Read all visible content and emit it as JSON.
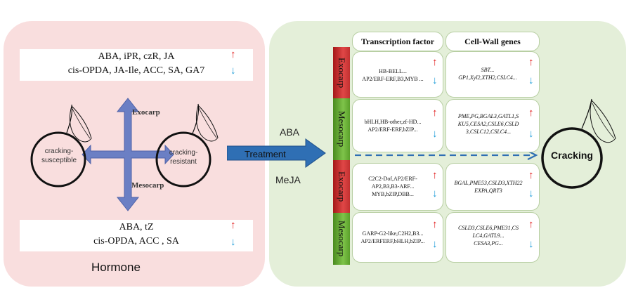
{
  "left_panel": {
    "top_box": {
      "line1": "ABA, iPR, czR, JA",
      "line2": "cis-OPDA, JA-Ile, ACC, SA, GA7",
      "up_arrow": "↑",
      "down_arrow": "↓"
    },
    "bottom_box": {
      "line1": "ABA, tZ",
      "line2": "cis-OPDA, ACC , SA",
      "up_arrow": "↑",
      "down_arrow": "↓"
    },
    "exocarp_label": "Exocarp",
    "mesocarp_label": "Mesocarp",
    "fruit_susceptible": {
      "line1": "cracking-",
      "line2": "susceptible"
    },
    "fruit_resistant": {
      "line1": "cracking-",
      "line2": "resistant"
    },
    "footer": "Hormone"
  },
  "treatment": {
    "aba": "ABA",
    "label": "Treatment",
    "meja": "MeJA"
  },
  "table": {
    "header_tf": "Transcription factor",
    "header_cw": "Cell-Wall genes",
    "rows": [
      {
        "tissue": "Exocarp",
        "tf": [
          "HB-BELL...",
          "AP2/ERF-ERF,B3,MYB ..."
        ],
        "cw": [
          "SBT...",
          "GP1,Xyl2,XTH2,CSLC4..."
        ]
      },
      {
        "tissue": "Mesocarp",
        "tf": [
          "bHLH,HB-other,zf-HD...",
          "AP2/ERF-ERF,bZIP..."
        ],
        "cw": [
          "PME,PG,BGAL3,GATL1,S",
          "KU5,CESA2,CSLE6,CSLD",
          "3,CSLC12,CSLC4..."
        ]
      },
      {
        "tissue": "Exocarp",
        "tf": [
          "C2C2-Dof,AP2/ERF-",
          "AP2,B3,B3-ARF...",
          "MYB,bZIP,DBB..."
        ],
        "cw": [
          "BGAL,PME53,CSLD3,XTH22",
          "EXPA,QRT3"
        ]
      },
      {
        "tissue": "Mesocarp",
        "tf": [
          "GARP-G2-like,C2H2,B3...",
          "AP2/ERFERF,bHLH,bZIP..."
        ],
        "cw": [
          "CSLD3,CSLE6,PME31,CS",
          "LC4,GATL9...",
          "CESA3,PG..."
        ]
      }
    ],
    "up_arrow": "↑",
    "down_arrow": "↓"
  },
  "cracking_label": "Cracking",
  "colors": {
    "hormone_bg": "#f9dede",
    "treatment_bg": "#e4efd9",
    "up": "#e01818",
    "down": "#1a9bd8",
    "arrow_blue": "#6b7fc4",
    "treatment_arrow": "#2f6fb4"
  }
}
